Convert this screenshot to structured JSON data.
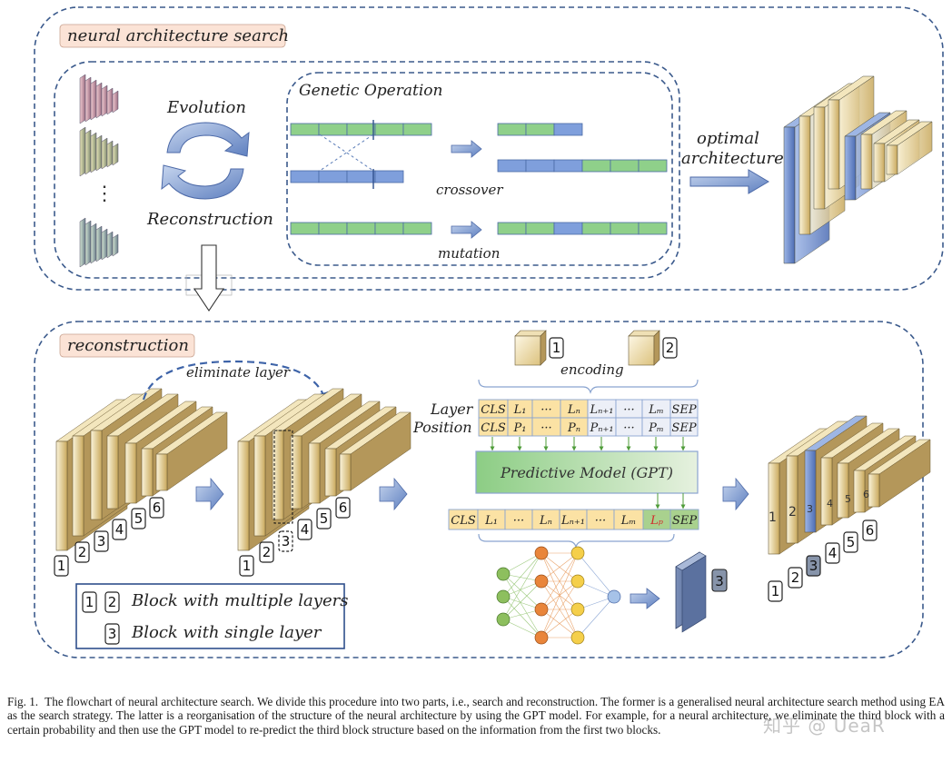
{
  "top_panel": {
    "title": "neural architecture search",
    "evolution": "Evolution",
    "reconstruction": "Reconstruction",
    "ellipsis": "⋮",
    "genetic_title": "Genetic Operation",
    "crossover": "crossover",
    "mutation": "mutation",
    "optimal_line1": "optimal",
    "optimal_line2": "architecture"
  },
  "bottom_panel": {
    "title": "reconstruction",
    "eliminate": "eliminate layer",
    "encoding": "encoding",
    "layer_label": "Layer",
    "position_label": "Position",
    "predictive_model": "Predictive Model (GPT)",
    "layer_tokens": [
      "CLS",
      "L₁",
      "···",
      "Lₙ",
      "Lₙ₊₁",
      "···",
      "Lₘ",
      "SEP"
    ],
    "position_tokens": [
      "CLS",
      "P₁",
      "···",
      "Pₙ",
      "Pₙ₊₁",
      "···",
      "Pₘ",
      "SEP"
    ],
    "output_tokens": [
      "CLS",
      "L₁",
      "···",
      "Lₙ",
      "Lₙ₊₁",
      "···",
      "Lₘ",
      "Lₚ",
      "SEP"
    ],
    "legend_multi": "Block with multiple layers",
    "legend_single": "Block with single layer",
    "block_numbers": [
      "1",
      "2",
      "3",
      "4",
      "5",
      "6"
    ]
  },
  "caption": {
    "lead": "Fig. 1.",
    "text": "The flowchart of neural architecture search. We divide this procedure into two parts, i.e., search and reconstruction. The former is a generalised neural architecture search method using EA as the search strategy. The latter is a reorganisation of the structure of the neural architecture by using the GPT model. For example, for a neural architecture, we eliminate the third block with a certain probability and then use the GPT model to re-predict the third block structure based on the information from the first two blocks."
  },
  "watermark": "知乎 @ UeaR",
  "colors": {
    "dashed_border": "#3b5a8c",
    "title_fill": "#fbe3d6",
    "green_seg": "#8fd08a",
    "blue_seg": "#7f9fdc",
    "token_yellow": "#fbe2a4",
    "token_green": "#a9d18e",
    "gpt_box": "#b9dcb0",
    "node_green": "#8dbf5e",
    "node_orange": "#e9853a",
    "node_yellow": "#f5cf4a",
    "node_blue": "#a6c2e8",
    "lp_red": "#d12b2b"
  }
}
